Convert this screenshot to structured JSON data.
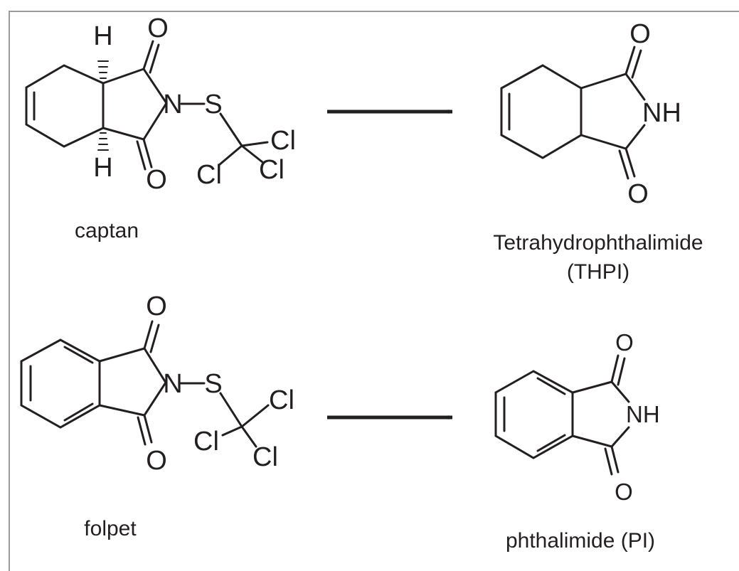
{
  "compounds": {
    "captan": {
      "name": "captan"
    },
    "thpi": {
      "name_line1": "Tetrahydrophthalimide",
      "name_line2": "(THPI)"
    },
    "folpet": {
      "name": "folpet"
    },
    "pi": {
      "name": "phthalimide (PI)"
    }
  },
  "atoms": {
    "H": "H",
    "O": "O",
    "N": "N",
    "S": "S",
    "Cl": "Cl",
    "NH": "NH"
  },
  "colors": {
    "ink": "#231f20",
    "frame": "#9a9a9a",
    "background": "#ffffff"
  }
}
